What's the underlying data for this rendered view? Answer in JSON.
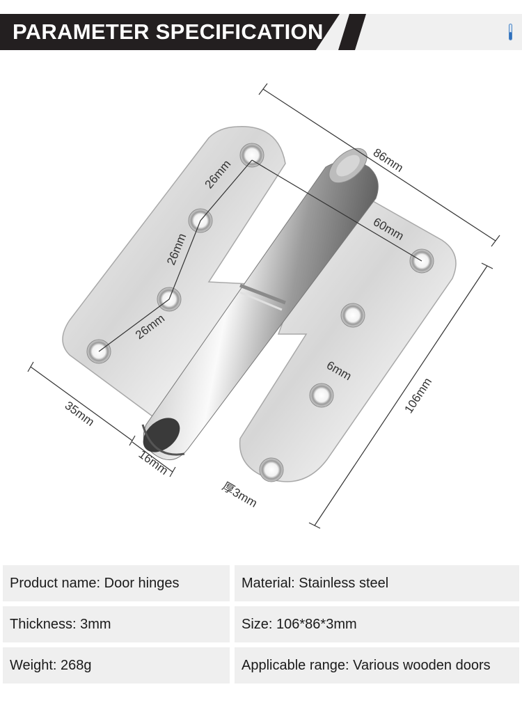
{
  "header": {
    "title": "PARAMETER SPECIFICATION"
  },
  "dimensions": {
    "overall_width": "86mm",
    "overall_height": "106mm",
    "hole_spacing_1": "26mm",
    "hole_spacing_2": "26mm",
    "hole_spacing_3": "26mm",
    "diagonal": "60mm",
    "hole_diameter": "6mm",
    "leaf_width": "35mm",
    "knuckle_diameter": "16mm",
    "thickness": "厚3mm"
  },
  "specs": [
    {
      "left": "Product name: Door hinges",
      "right": "Material: Stainless steel"
    },
    {
      "left": "Thickness: 3mm",
      "right": "Size: 106*86*3mm"
    },
    {
      "left": "Weight: 268g",
      "right": "Applicable range: Various wooden doors"
    }
  ],
  "colors": {
    "header_dark": "#231f20",
    "header_light": "#f0f0f0",
    "spec_cell": "#efefef"
  }
}
